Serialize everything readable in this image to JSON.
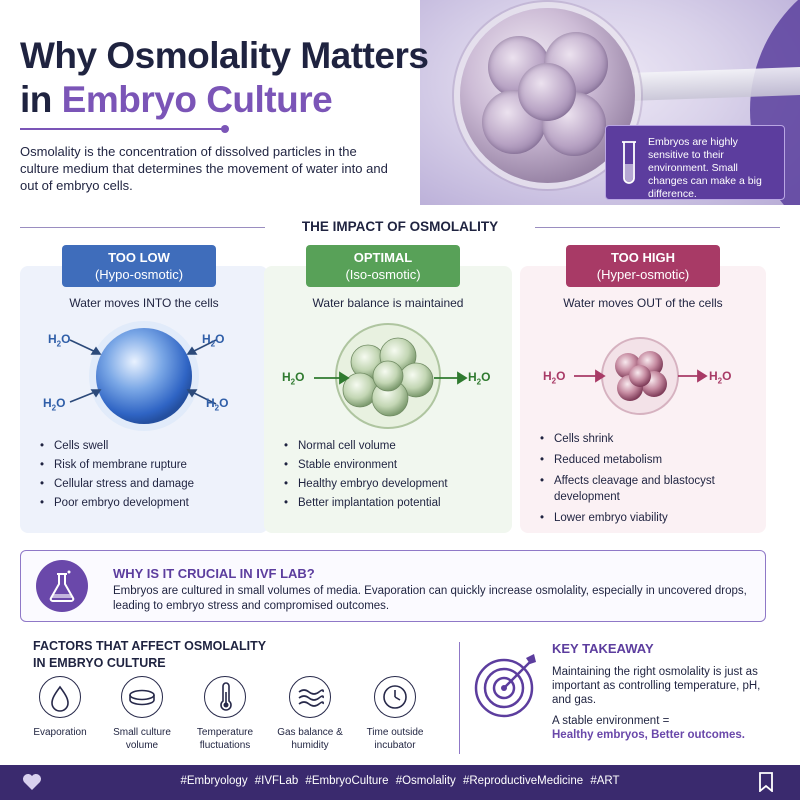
{
  "header": {
    "title_line1": "Why Osmolality Matters",
    "title_line2_prefix": "in ",
    "title_line2_accent": "Embryo Culture",
    "intro": "Osmolality is the concentration of dissolved particles in the culture medium that determines the movement of water into and out of embryo cells.",
    "note": "Embryos are highly sensitive to their environment. Small changes can make a big difference."
  },
  "impact": {
    "title": "THE IMPACT OF OSMOLALITY",
    "water_label": "H",
    "water_sub": "2",
    "water_tail": "O",
    "low": {
      "badge_title": "TOO LOW",
      "badge_sub": "(Hypo-osmotic)",
      "description": "Water moves INTO the cells",
      "bullets": [
        "Cells swell",
        "Risk of membrane rupture",
        "Cellular stress and damage",
        "Poor embryo development"
      ]
    },
    "optimal": {
      "badge_title": "OPTIMAL",
      "badge_sub": "(Iso-osmotic)",
      "description": "Water balance is maintained",
      "bullets": [
        "Normal cell volume",
        "Stable environment",
        "Healthy embryo development",
        "Better implantation potential"
      ]
    },
    "high": {
      "badge_title": "TOO HIGH",
      "badge_sub": "(Hyper-osmotic)",
      "description": "Water moves OUT of the cells",
      "bullets": [
        "Cells shrink",
        "Reduced metabolism",
        "Affects cleavage and blastocyst development",
        "Lower embryo viability"
      ]
    }
  },
  "crucial": {
    "title": "WHY IS IT CRUCIAL IN IVF LAB?",
    "text": "Embryos are cultured in small volumes of media. Evaporation can quickly increase osmolality, especially in uncovered drops, leading to embryo stress and compromised outcomes."
  },
  "factors": {
    "title_line1": "FACTORS THAT AFFECT OSMOLALITY",
    "title_line2": "IN EMBRYO CULTURE",
    "items": [
      {
        "label": "Evaporation",
        "icon": "droplet-icon"
      },
      {
        "label": "Small culture volume",
        "icon": "petri-dish-icon"
      },
      {
        "label": "Temperature fluctuations",
        "icon": "thermometer-icon"
      },
      {
        "label": "Gas balance & humidity",
        "icon": "waves-icon"
      },
      {
        "label": "Time outside incubator",
        "icon": "clock-icon"
      }
    ]
  },
  "takeaway": {
    "title": "KEY TAKEAWAY",
    "text": "Maintaining the right osmolality is just as important as controlling temperature, pH, and gas.",
    "stable": "A stable environment =",
    "highlight": "Healthy embryos, Better outcomes."
  },
  "footer": {
    "hashtags": "#Embryology  #IVFLab  #EmbryoCulture  #Osmolality  #ReproductiveMedicine  #ART"
  },
  "colors": {
    "accent_purple": "#7b55b7",
    "low_blue": "#3f6dbb",
    "optimal_green": "#58a158",
    "high_red": "#a83a66",
    "footer": "#3a2a6e"
  }
}
